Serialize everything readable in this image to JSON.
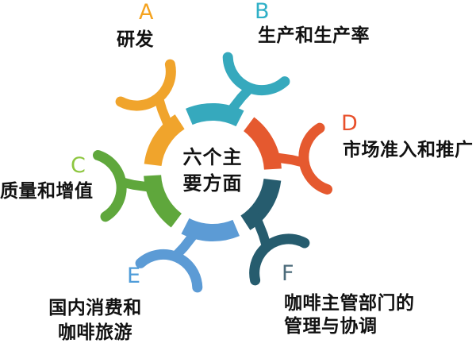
{
  "title": {
    "line1": "六个主",
    "line2": "要方面"
  },
  "branches": [
    {
      "letter": "A",
      "label_lines": [
        "研发"
      ],
      "color": "#F0A42C",
      "letter_color": "#F5A31F"
    },
    {
      "letter": "B",
      "label_lines": [
        "生产和生产率"
      ],
      "color": "#36A9BD",
      "letter_color": "#2FB0C7"
    },
    {
      "letter": "C",
      "label_lines": [
        "质量和增值"
      ],
      "color": "#5FA73C",
      "letter_color": "#8DC63F"
    },
    {
      "letter": "D",
      "label_lines": [
        "市场准入和推广"
      ],
      "color": "#E5592F",
      "letter_color": "#E8502B"
    },
    {
      "letter": "E",
      "label_lines": [
        "国内消费和",
        "咖啡旅游"
      ],
      "color": "#5C9BD5",
      "letter_color": "#4F9CD9"
    },
    {
      "letter": "F",
      "label_lines": [
        "咖啡主管部门的",
        "管理与协调"
      ],
      "color": "#265C6E",
      "letter_color": "#4C6B7A"
    }
  ]
}
